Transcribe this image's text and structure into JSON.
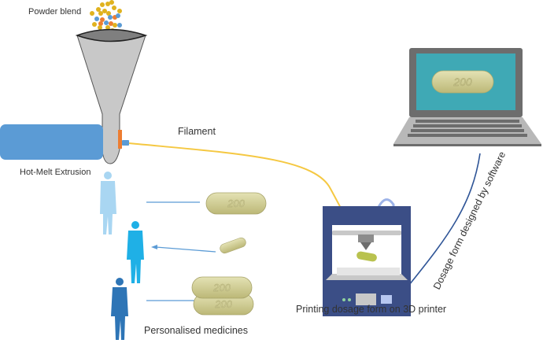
{
  "labels": {
    "powder_blend": "Powder blend",
    "hot_melt_extrusion": "Hot-Melt Extrusion",
    "filament": "Filament",
    "printing": "Printing dosage form on 3D printer",
    "software": "Dosage form designed by software",
    "personalised": "Personalised medicines"
  },
  "tablet_marking": "200",
  "colors": {
    "extruder_body": "#5b9bd5",
    "funnel": "#c8c8c8",
    "funnel_top": "#7f7f7f",
    "nozzle_orange": "#ed7d31",
    "filament": "#f5c842",
    "printer": "#44546a",
    "printer_frame": "#3b4e86",
    "laptop_screen": "#3fa9b5",
    "laptop_body": "#6d6d6d",
    "tablet": "#d9d7a0",
    "person_light": "#a9d6f2",
    "person_mid": "#1fb0e6",
    "person_dark": "#2e75b6",
    "software_curve": "#2f5597",
    "arrow_line": "#5b9bd5"
  }
}
